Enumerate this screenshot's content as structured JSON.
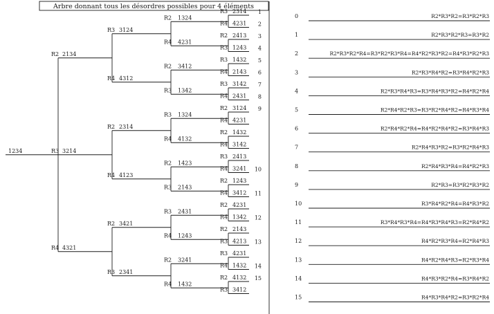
{
  "title": "Arbre donnant tous les désordres possibles pour 4 éléments",
  "root": {
    "perm": "1234"
  },
  "level1": [
    {
      "op": "R2",
      "perm": "2134"
    },
    {
      "op": "R3",
      "perm": "3214"
    },
    {
      "op": "R4",
      "perm": "4321"
    }
  ],
  "level2": [
    {
      "op": "R3",
      "perm": "3124"
    },
    {
      "op": "R4",
      "perm": "4312"
    },
    {
      "op": "R2",
      "perm": "2314"
    },
    {
      "op": "R4",
      "perm": "4123"
    },
    {
      "op": "R2",
      "perm": "3421"
    },
    {
      "op": "R3",
      "perm": "2341"
    }
  ],
  "level3": [
    {
      "op": "R2",
      "perm": "1324"
    },
    {
      "op": "R4",
      "perm": "4231"
    },
    {
      "op": "R2",
      "perm": "3412"
    },
    {
      "op": "R3",
      "perm": "1342"
    },
    {
      "op": "R3",
      "perm": "1324"
    },
    {
      "op": "R4",
      "perm": "4132"
    },
    {
      "op": "R2",
      "perm": "1423"
    },
    {
      "op": "R3",
      "perm": "2143"
    },
    {
      "op": "R3",
      "perm": "2431"
    },
    {
      "op": "R4",
      "perm": "1243"
    },
    {
      "op": "R2",
      "perm": "3241"
    },
    {
      "op": "R4",
      "perm": "1432"
    }
  ],
  "leaves": [
    {
      "op": "R3",
      "perm": "2314",
      "index": "1"
    },
    {
      "op": "R4",
      "perm": "4231",
      "index": "2"
    },
    {
      "op": "R2",
      "perm": "2413",
      "index": "3"
    },
    {
      "op": "R3",
      "perm": "1243",
      "index": "4"
    },
    {
      "op": "R3",
      "perm": "1432",
      "index": "5"
    },
    {
      "op": "R4",
      "perm": "2143",
      "index": "6"
    },
    {
      "op": "R3",
      "perm": "3142",
      "index": "7"
    },
    {
      "op": "R4",
      "perm": "2431",
      "index": "8"
    },
    {
      "op": "R2",
      "perm": "3124",
      "index": "9"
    },
    {
      "op": "R4",
      "perm": "4231",
      "index": ""
    },
    {
      "op": "R2",
      "perm": "1432",
      "index": ""
    },
    {
      "op": "R4",
      "perm": "3142",
      "index": ""
    },
    {
      "op": "R3",
      "perm": "2413",
      "index": ""
    },
    {
      "op": "R4",
      "perm": "3241",
      "index": "10"
    },
    {
      "op": "R2",
      "perm": "1243",
      "index": ""
    },
    {
      "op": "R4",
      "perm": "3412",
      "index": "11"
    },
    {
      "op": "R2",
      "perm": "4231",
      "index": ""
    },
    {
      "op": "R4",
      "perm": "1342",
      "index": "12"
    },
    {
      "op": "R2",
      "perm": "2143",
      "index": ""
    },
    {
      "op": "R3",
      "perm": "4213",
      "index": "13"
    },
    {
      "op": "R3",
      "perm": "4231",
      "index": ""
    },
    {
      "op": "R4",
      "perm": "1432",
      "index": "14"
    },
    {
      "op": "R2",
      "perm": "4132",
      "index": "15"
    },
    {
      "op": "R3",
      "perm": "3412",
      "index": ""
    }
  ],
  "equations": [
    {
      "index": "0",
      "text": "R2*R3*R2=R3*R2*R3"
    },
    {
      "index": "1",
      "text": "R2*R3*R2*R3=R3*R2"
    },
    {
      "index": "2",
      "text": "R2*R3*R2*R4=R3*R2*R3*R4=R4*R2*R3*R2=R4*R3*R2*R3"
    },
    {
      "index": "3",
      "text": "R2*R3*R4*R2=R3*R4*R2*R3"
    },
    {
      "index": "4",
      "text": "R2*R3*R4*R3=R3*R4*R3*R2=R4*R2*R4"
    },
    {
      "index": "5",
      "text": "R2*R4*R2*R3=R3*R2*R4*R2=R4*R3*R4"
    },
    {
      "index": "6",
      "text": "R2*R4*R2*R4=R4*R2*R4*R2=R3*R4*R3"
    },
    {
      "index": "7",
      "text": "R2*R4*R3*R2=R3*R2*R4*R3"
    },
    {
      "index": "8",
      "text": "R2*R4*R3*R4=R4*R2*R3"
    },
    {
      "index": "9",
      "text": "R2*R3=R3*R2*R3*R2"
    },
    {
      "index": "10",
      "text": "R3*R4*R2*R4=R4*R3*R2"
    },
    {
      "index": "11",
      "text": "R3*R4*R3*R4=R4*R3*R4*R3=R2*R4*R2"
    },
    {
      "index": "12",
      "text": "R4*R2*R3*R4=R2*R4*R3"
    },
    {
      "index": "13",
      "text": "R4*R2*R4*R3=R2*R3*R4"
    },
    {
      "index": "14",
      "text": "R4*R3*R2*R4=R3*R4*R2"
    },
    {
      "index": "15",
      "text": "R4*R3*R4*R2=R3*R2*R4"
    }
  ]
}
